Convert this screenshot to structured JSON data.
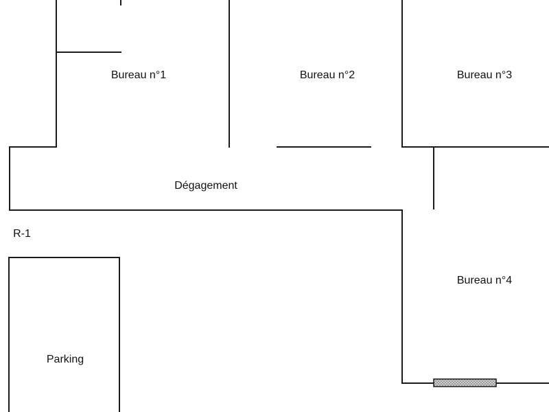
{
  "floor_plan": {
    "level": "R-1",
    "rooms": [
      {
        "id": "bureau-1",
        "label": "Bureau n°1"
      },
      {
        "id": "bureau-2",
        "label": "Bureau n°2"
      },
      {
        "id": "bureau-3",
        "label": "Bureau n°3"
      },
      {
        "id": "bureau-4",
        "label": "Bureau n°4"
      },
      {
        "id": "degagement",
        "label": "Dégagement"
      },
      {
        "id": "parking",
        "label": "Parking"
      }
    ],
    "colors": {
      "wall": "#1a1a1a",
      "window_fill": "#bdbdbd",
      "background": "#ffffff"
    }
  }
}
